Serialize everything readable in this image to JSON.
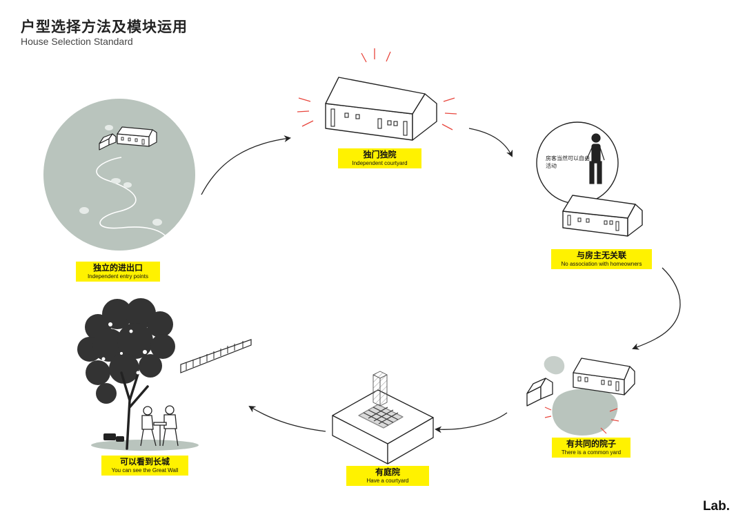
{
  "header": {
    "title_cn": "户型选择方法及模块运用",
    "title_en": "House Selection Standard"
  },
  "nodes": [
    {
      "id": "independent-courtyard",
      "cn": "独门独院",
      "en": "Independent courtyard"
    },
    {
      "id": "no-association",
      "cn": "与房主无关联",
      "en": "No association with homeowners"
    },
    {
      "id": "common-yard",
      "cn": "有共同的院子",
      "en": "There is a common yard"
    },
    {
      "id": "have-courtyard",
      "cn": "有庭院",
      "en": "Have a courtyard"
    },
    {
      "id": "great-wall",
      "cn": "可以看到长城",
      "en": "You can see the Great Wall"
    },
    {
      "id": "entry-points",
      "cn": "独立的进出口",
      "en": "Independent entry points"
    }
  ],
  "bubble": {
    "text": "房客当然可以自由活动"
  },
  "logo": {
    "text": "Lab."
  },
  "colors": {
    "highlight": "#fff200",
    "accent_red": "#e8453c",
    "sage": "#b9c4bd",
    "ink": "#222222"
  }
}
